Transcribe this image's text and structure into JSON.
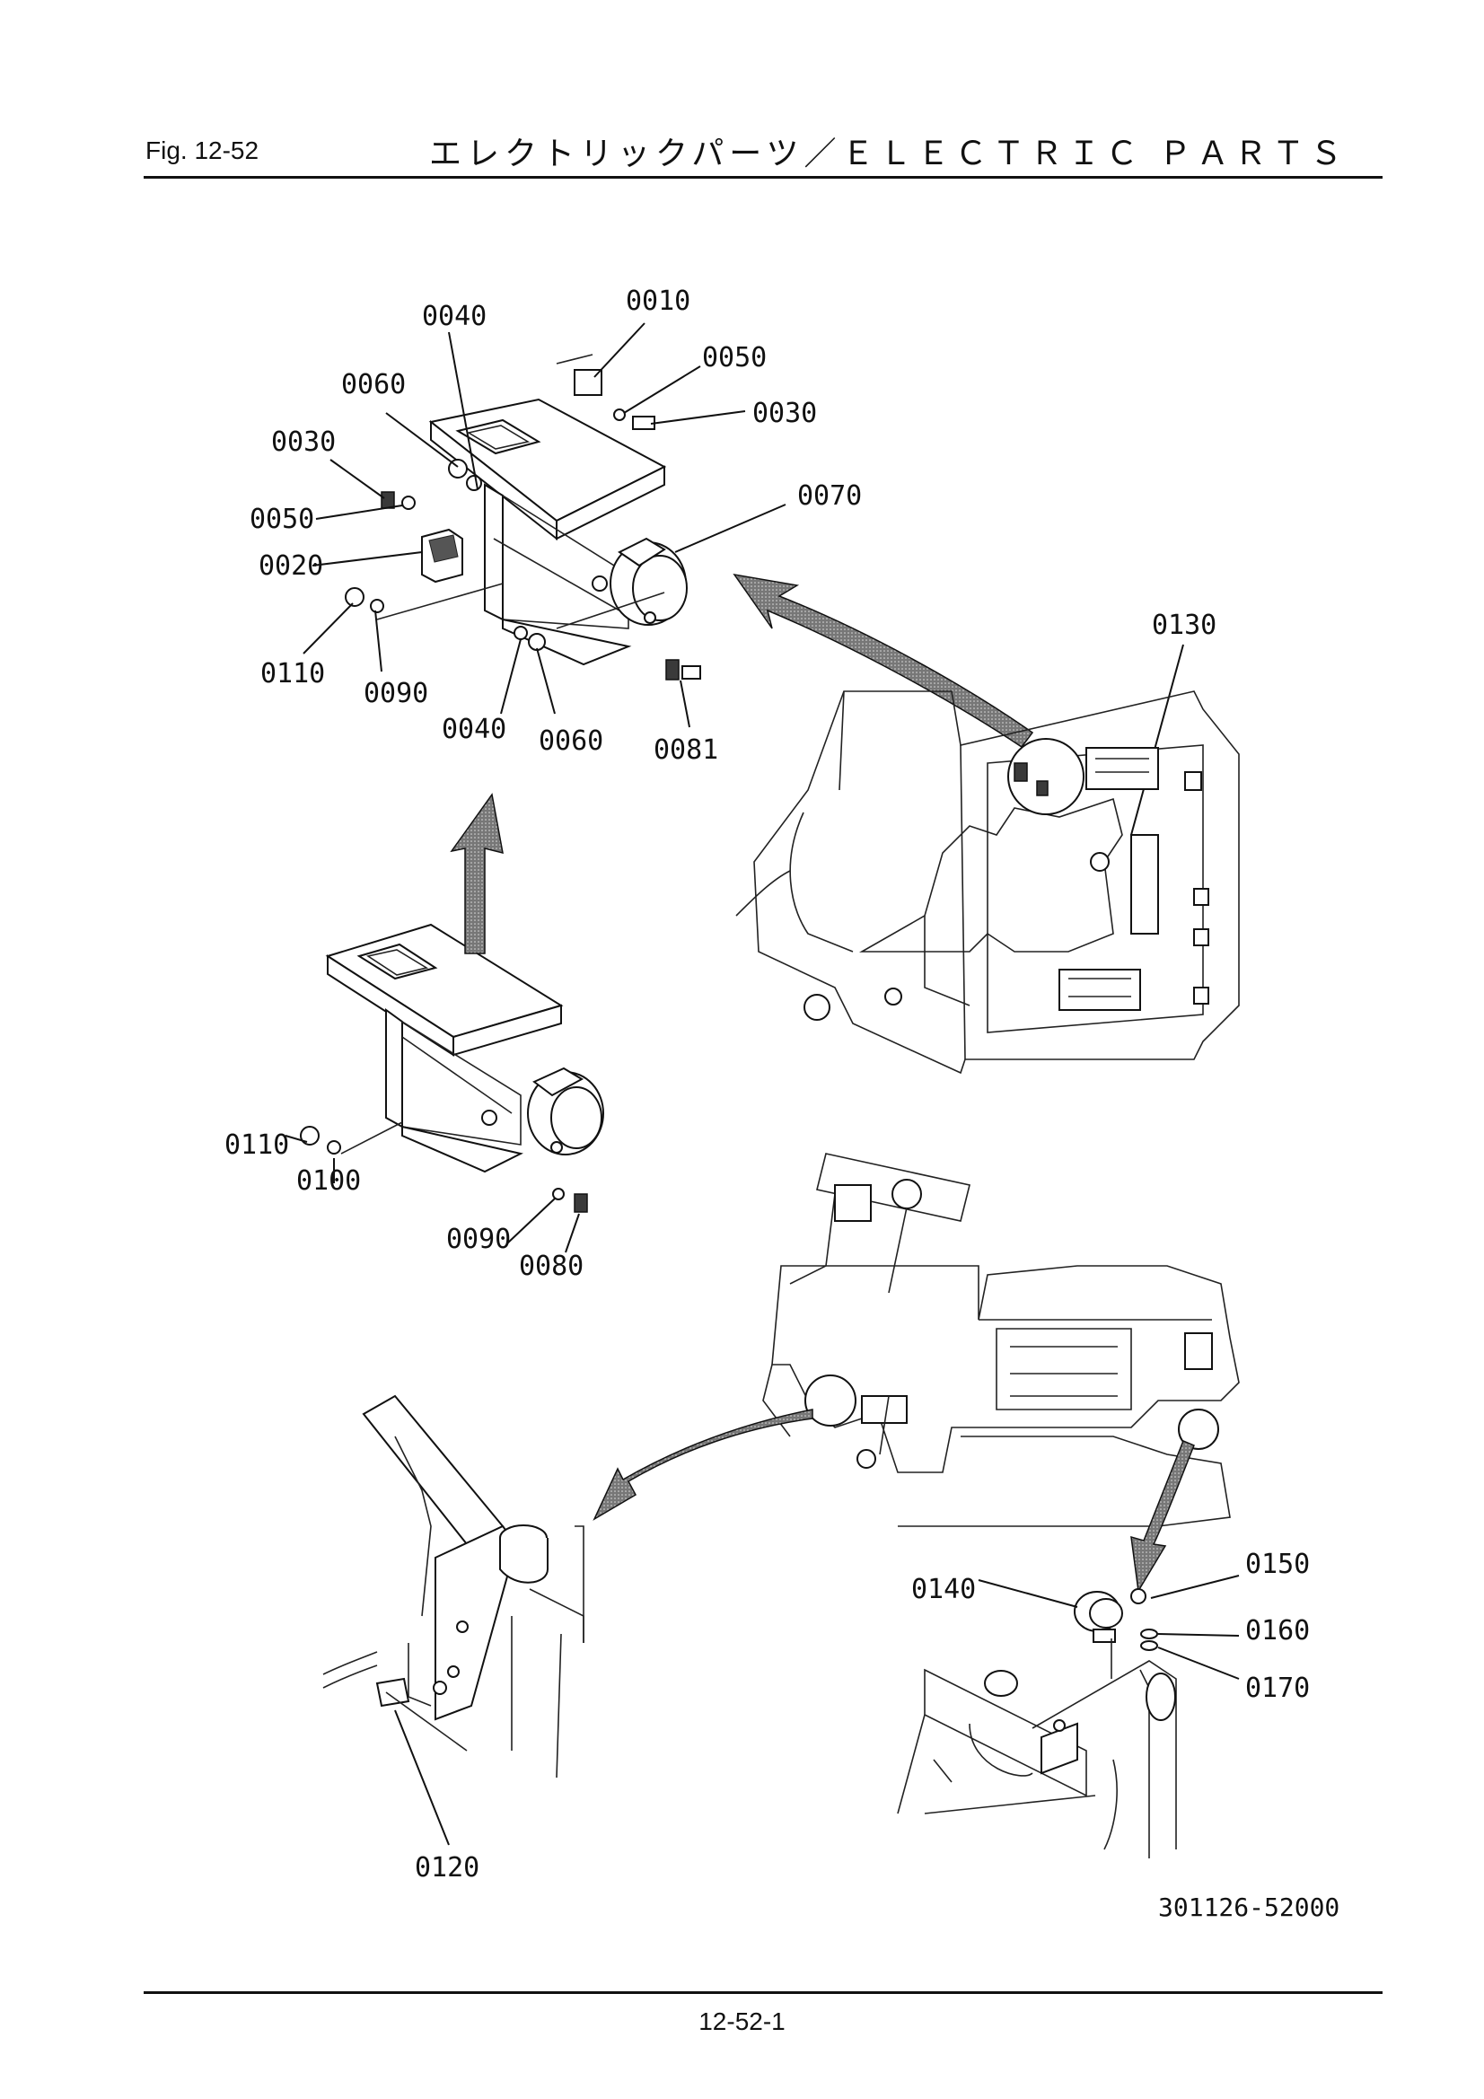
{
  "header": {
    "fig_label": "Fig.  12-52",
    "title": "エレクトリックパーツ／ＥＬＥＣＴＲＩＣ ＰＡＲＴＳ"
  },
  "footer": {
    "page_number": "12-52-1",
    "doc_number": "301126-52000"
  },
  "callouts": {
    "c0010": "0010",
    "c0020": "0020",
    "c0030a": "0030",
    "c0030b": "0030",
    "c0040a": "0040",
    "c0040b": "0040",
    "c0050a": "0050",
    "c0050b": "0050",
    "c0060a": "0060",
    "c0060b": "0060",
    "c0070": "0070",
    "c0080": "0080",
    "c0081": "0081",
    "c0090a": "0090",
    "c0090b": "0090",
    "c0100": "0100",
    "c0110a": "0110",
    "c0110b": "0110",
    "c0120": "0120",
    "c0130": "0130",
    "c0140": "0140",
    "c0150": "0150",
    "c0160": "0160",
    "c0170": "0170"
  }
}
